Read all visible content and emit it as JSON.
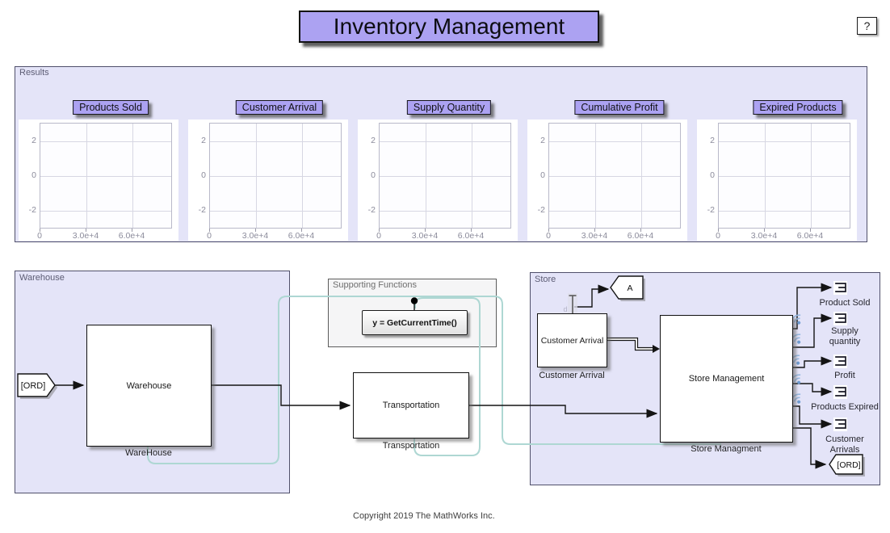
{
  "title": "Inventory Management",
  "help_button": "?",
  "copyright": "Copyright 2019 The MathWorks Inc.",
  "colors": {
    "panel_background": "#e4e4f8",
    "panel_border": "#50506b",
    "annotation_purple": "#aca2f2",
    "annotation_teal": "#aed7d3",
    "supporting_panel_background": "#f5f5f6",
    "wifi_badge_blue": "#96b8e0",
    "wire_black": "#141414"
  },
  "results": {
    "label": "Results",
    "y_ticks": [
      "2",
      "0",
      "-2"
    ],
    "x_ticks": [
      "0",
      "3.0e+4",
      "6.0e+4"
    ],
    "charts": [
      {
        "title": "Products Sold"
      },
      {
        "title": "Customer Arrival"
      },
      {
        "title": "Supply Quantity"
      },
      {
        "title": "Cumulative Profit"
      },
      {
        "title": "Expired Products"
      }
    ]
  },
  "chart_data": [
    {
      "type": "line",
      "title": "Products Sold",
      "series": [],
      "x_ticks": [
        0,
        30000,
        60000
      ],
      "y_ticks": [
        -2,
        0,
        2
      ],
      "xlim": [
        0,
        88000
      ],
      "ylim": [
        -3,
        3
      ],
      "grid": true,
      "note": "empty scope display, no data plotted"
    },
    {
      "type": "line",
      "title": "Customer Arrival",
      "series": [],
      "x_ticks": [
        0,
        30000,
        60000
      ],
      "y_ticks": [
        -2,
        0,
        2
      ],
      "xlim": [
        0,
        88000
      ],
      "ylim": [
        -3,
        3
      ],
      "grid": true,
      "note": "empty scope display, no data plotted"
    },
    {
      "type": "line",
      "title": "Supply Quantity",
      "series": [],
      "x_ticks": [
        0,
        30000,
        60000
      ],
      "y_ticks": [
        -2,
        0,
        2
      ],
      "xlim": [
        0,
        88000
      ],
      "ylim": [
        -3,
        3
      ],
      "grid": true,
      "note": "empty scope display, no data plotted"
    },
    {
      "type": "line",
      "title": "Cumulative Profit",
      "series": [],
      "x_ticks": [
        0,
        30000,
        60000
      ],
      "y_ticks": [
        -2,
        0,
        2
      ],
      "xlim": [
        0,
        88000
      ],
      "ylim": [
        -3,
        3
      ],
      "grid": true,
      "note": "empty scope display, no data plotted"
    },
    {
      "type": "line",
      "title": "Expired Products",
      "series": [],
      "x_ticks": [
        0,
        30000,
        60000
      ],
      "y_ticks": [
        -2,
        0,
        2
      ],
      "xlim": [
        0,
        88000
      ],
      "ylim": [
        -3,
        3
      ],
      "grid": true,
      "note": "empty scope display, no data plotted"
    }
  ],
  "warehouse": {
    "label": "Warehouse",
    "from_tag": "[ORD]",
    "block_text": "Warehouse",
    "block_caption": "WareHouse"
  },
  "supporting": {
    "label": "Supporting Functions",
    "function_text": "y = GetCurrentTime()"
  },
  "transportation": {
    "block_text": "Transportation",
    "block_caption": "Transportation"
  },
  "store": {
    "label": "Store",
    "goto_tag": "A",
    "port_label": "d",
    "customer_block_text": "Customer Arrival",
    "customer_block_caption": "Customer Arrival",
    "management_block_text": "Store Management",
    "management_block_caption": "Store Managment",
    "from_tag": "[ORD]",
    "sinks": [
      {
        "line1": "Product Sold",
        "line2": ""
      },
      {
        "line1": "Supply",
        "line2": "quantity"
      },
      {
        "line1": "Profit",
        "line2": ""
      },
      {
        "line1": "Products Expired",
        "line2": ""
      },
      {
        "line1": "Customer",
        "line2": "Arrivals"
      }
    ]
  }
}
